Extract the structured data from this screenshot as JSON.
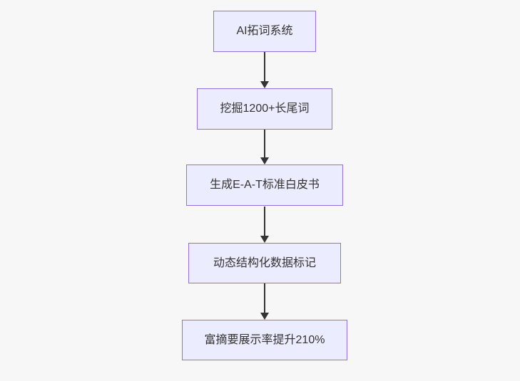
{
  "diagram": {
    "type": "flowchart-vertical",
    "colors": {
      "background": "#f7f7f7",
      "node_fill": "#ECECFF",
      "node_border": "#9370DB",
      "edge": "#333333",
      "text": "#333333"
    },
    "nodes": [
      {
        "id": "step-1",
        "label": "AI拓词系统"
      },
      {
        "id": "step-2",
        "label": "挖掘1200+长尾词"
      },
      {
        "id": "step-3",
        "label": "生成E-A-T标准白皮书"
      },
      {
        "id": "step-4",
        "label": "动态结构化数据标记"
      },
      {
        "id": "step-5",
        "label": "富摘要展示率提升210%"
      }
    ],
    "edges": [
      {
        "from": "step-1",
        "to": "step-2"
      },
      {
        "from": "step-2",
        "to": "step-3"
      },
      {
        "from": "step-3",
        "to": "step-4"
      },
      {
        "from": "step-4",
        "to": "step-5"
      }
    ]
  }
}
